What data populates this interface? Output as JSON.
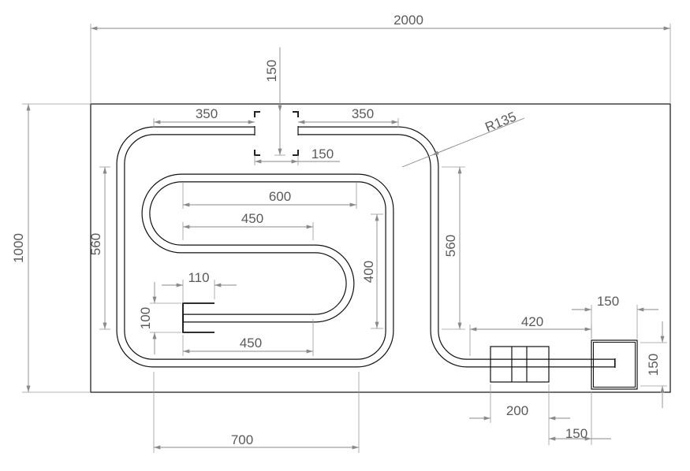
{
  "drawing": {
    "board": {
      "width_label": "2000",
      "height_label": "1000"
    },
    "dimensions": {
      "gap_left_straight": "350",
      "gap_right_straight": "350",
      "gap_height": "150",
      "gap_width": "150",
      "corner_radius": "R135",
      "inner_top_length": "600",
      "s_middle_length": "450",
      "s_bottom_length": "450",
      "end_bracket_length": "110",
      "end_bracket_height": "100",
      "outer_left_height": "560",
      "inner_right_height": "400",
      "outer_right_height": "560",
      "exit_straight": "420",
      "box_width": "150",
      "box_height": "150",
      "grid_width": "200",
      "grid_to_box": "150",
      "bottom_span": "700"
    }
  }
}
